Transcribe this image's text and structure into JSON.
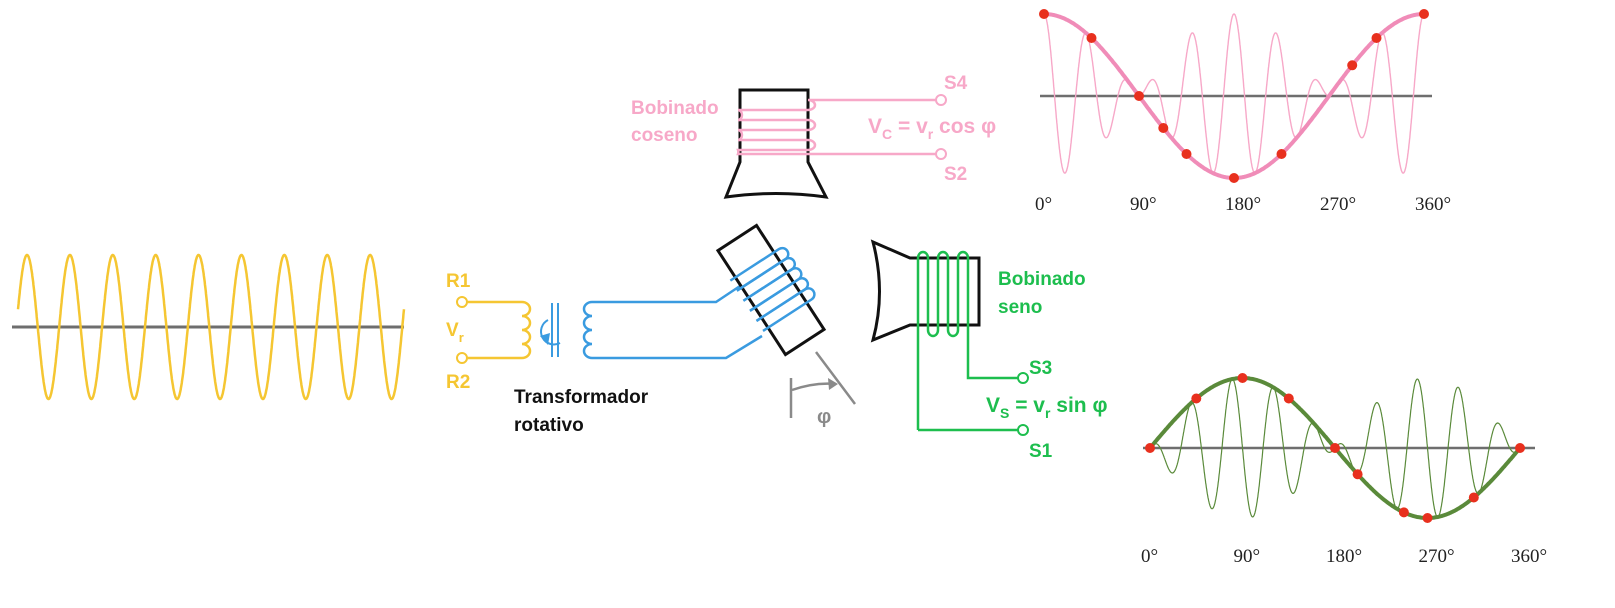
{
  "colors": {
    "reference": "#F5C632",
    "rotor": "#3A9BE0",
    "cosine": "#F7A8C8",
    "cosine_envelope": "#F08CB8",
    "sine": "#1DBE4E",
    "sine_envelope": "#5A8A3A",
    "sample_point": "#E8301E",
    "axis": "#6E6E6E",
    "angle": "#8A8A8A",
    "core": "#111111"
  },
  "reference": {
    "terminal_top": "R1",
    "terminal_bottom": "R2",
    "voltage_main": "V",
    "voltage_sub": "r",
    "transformer_label_line1": "Transformador",
    "transformer_label_line2": "rotativo"
  },
  "rotor": {
    "angle_symbol": "φ"
  },
  "cosine_winding": {
    "label_line1": "Bobinado",
    "label_line2": "coseno",
    "terminal_top": "S4",
    "terminal_bottom": "S2",
    "eq_v": "V",
    "eq_v_sub": "C",
    "eq_eq": " = v",
    "eq_r_sub": "r",
    "eq_fn": " cos φ"
  },
  "sine_winding": {
    "label_line1": "Bobinado",
    "label_line2": "seno",
    "terminal_top": "S3",
    "terminal_bottom": "S1",
    "eq_v": "V",
    "eq_v_sub": "S",
    "eq_eq": " = v",
    "eq_r_sub": "r",
    "eq_fn": " sin φ"
  },
  "chart_data": [
    {
      "type": "line",
      "name_hint": "reference-wave",
      "cycles": 9,
      "amplitude": 1,
      "tick_labels": []
    },
    {
      "type": "line",
      "name_hint": "cosine-output",
      "x_unit": "degrees",
      "xlim": [
        0,
        360
      ],
      "tick_labels": [
        "0°",
        "90°",
        "180°",
        "270°",
        "360°"
      ],
      "carrier_cycles": 9,
      "envelope": "cos",
      "sample_angles": [
        0,
        45,
        90,
        113,
        135,
        180,
        225,
        292,
        315,
        360
      ]
    },
    {
      "type": "line",
      "name_hint": "sine-output",
      "x_unit": "degrees",
      "xlim": [
        0,
        360
      ],
      "tick_labels": [
        "0°",
        "90°",
        "180°",
        "270°",
        "360°"
      ],
      "carrier_cycles": 9,
      "envelope": "sin",
      "sample_angles": [
        0,
        45,
        90,
        135,
        180,
        202,
        247,
        270,
        315,
        360
      ]
    }
  ]
}
